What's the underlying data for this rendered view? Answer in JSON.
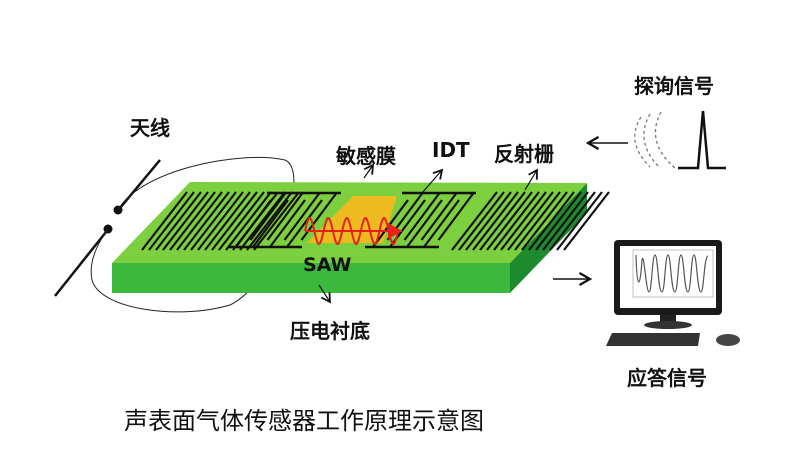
{
  "labels": {
    "antenna": "天线",
    "sensing_film": "敏感膜",
    "idt": "IDT",
    "reflector": "反射栅",
    "saw": "SAW",
    "substrate": "压电衬底",
    "interrogation_signal": "探询信号",
    "response_signal": "应答信号"
  },
  "caption": "声表面气体传感器工作原理示意图",
  "colors": {
    "substrate_top": "#7ccf3f",
    "substrate_front": "#3cb83c",
    "substrate_side": "#1e8a2e",
    "film": "#f7b81c",
    "wave": "#e8201a"
  }
}
